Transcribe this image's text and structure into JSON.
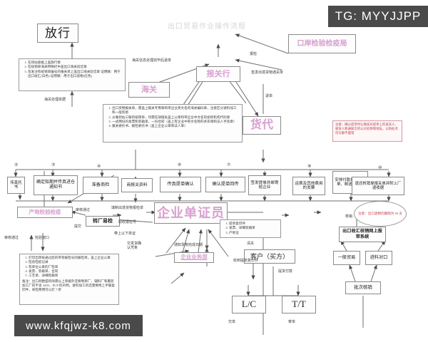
{
  "watermarks": {
    "top_right": "TG: MYYJJPP",
    "bottom_left": "www.kfqjwz-k8.com"
  },
  "title": "出口贸易作业操作流程",
  "nodes": {
    "fangxing": "放行",
    "haiguan": "海关",
    "baoguanhang": "报关行",
    "kouan": "口岸检验检疫局",
    "huodai": "货代",
    "qiye_danzhengyuan": "企业单证员",
    "chandi": "产地检验检疫",
    "zhuanchang": "转厂易检",
    "qiye_yewubu": "企业业务部",
    "kehu": "客户（买方）",
    "lc": "L/C",
    "tt": "T/T",
    "hexiao_system": "出口收汇核销网上报审系统",
    "yiban_maoyi": "一般贸易",
    "jinliao_duikou": "进料对口",
    "pici_hexiao": "批次核销"
  },
  "row_boxes": [
    {
      "num": "②",
      "label": "传真托书"
    },
    {
      "num": "③",
      "label": "确定船期并传真进仓通知书"
    },
    {
      "num": "④",
      "label": "准备商检"
    },
    {
      "num": "",
      "label": "商报关资料"
    },
    {
      "num": "⑥",
      "label": "传真提单确认"
    },
    {
      "num": "",
      "label": "确认提单回传"
    },
    {
      "num": "⑦",
      "label": "签发提单并邮寄给企业"
    },
    {
      "num": "⑨",
      "label": "运费及其他费用的发票"
    },
    {
      "num": "",
      "label": "安排付款并传真水单、邮送核销单"
    },
    {
      "num": "⑩",
      "label": "退还核销单报关单并附上厂退收据"
    }
  ],
  "listboxes": {
    "fangxing_steps": {
      "items": [
        "在场站收据上盖放行章",
        "在核销单海关特殊栏中盖出口海关验讫章",
        "签发注有核销单编号的报关单上盖出口海关验讫章 证明联：用于出口收汇(白色) 证明联：用于出口退税(红色)"
      ]
    },
    "baoguan_docs": {
      "items": [
        "出口货物报关单，需盖上报关专用章和带企业英文名的海关编码章，注意区分进料加工和一般贸易",
        "从做到右三联的核销单，均需在骑缝处盖上公章和带企业中文名的组织机构代码章",
        "一式两份的发票和装箱单，一份合同（盖上有企业中英文名称的条形章和法人手签章）",
        "报关委托书、报检委托书（盖上企业公章和法人章）"
      ]
    },
    "shangjian_docs": {
      "items": [
        "打印出审核通过后的带有报检号的报检单，盖上企业公章",
        "检验检疫记录",
        "有单位公章的厂检单",
        "发票、装箱单、合同",
        "工艺单、详细装箱单"
      ],
      "note": "备注：出口到欧盟的除需以上单据外还要制单厂、辅料厂和服装加工厂的不含 AZO、PCP 的声明，进料加工的还需要附上手册复印件，商检费用可以打 7 折"
    },
    "tidan_docs": {
      "items": [
        "提单复印件",
        "发票、详细装箱单",
        "产地证"
      ]
    }
  },
  "notes": {
    "tidan_warning": "注意：确认提单时认真核对提单上的发货人、收货人和通知方的公司名称和地址，以防标点符号都不能错",
    "hexiao_bubble": "注意：出口退税的期限为 90 天"
  },
  "edge_labels": [
    "海关处理单据",
    "海关信息处理完毕后退单",
    "报检",
    "签发出境货物通关单",
    "退单",
    "审核通过",
    "提交",
    "填制出境货物报检单",
    "取收报检号",
    "带上以下单证",
    "审核通过",
    "检验窗口",
    "交发货确认凭条",
    "通知货物完成日期",
    "清关",
    "收到提单复印件",
    "提货付款",
    "交单",
    "寄单",
    "核销"
  ],
  "colors": {
    "accent_pink": "#d9a0d0",
    "warning_red": "#c23b4a",
    "border_gray": "#8a8a8a",
    "watermark_bg": "#4a4a4a"
  }
}
